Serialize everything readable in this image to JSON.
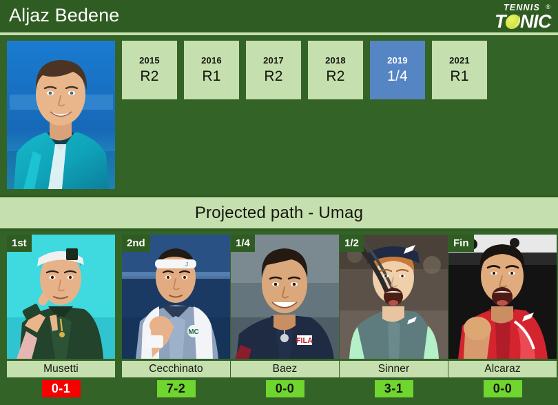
{
  "header": {
    "player_name": "Aljaz Bedene",
    "logo": {
      "top_text": "TENNIS",
      "bottom_prefix": "T",
      "bottom_suffix": "NIC",
      "registered_mark": "®",
      "ball_icon": "tennis-ball-icon"
    },
    "colors": {
      "header_bg": "#2f5c22",
      "body_bg": "#346327",
      "panel_light": "#c5dfae",
      "accent_blue": "#5585c3",
      "score_green": "#6fd52f",
      "score_red": "#f60000"
    }
  },
  "history": {
    "years": [
      {
        "year": "2015",
        "round": "R2",
        "highlighted": false
      },
      {
        "year": "2016",
        "round": "R1",
        "highlighted": false
      },
      {
        "year": "2017",
        "round": "R2",
        "highlighted": false
      },
      {
        "year": "2018",
        "round": "R2",
        "highlighted": false
      },
      {
        "year": "2019",
        "round": "1/4",
        "highlighted": true
      },
      {
        "year": "2021",
        "round": "R1",
        "highlighted": false
      }
    ]
  },
  "projected_path": {
    "title": "Projected path - Umag",
    "opponents": [
      {
        "round": "1st",
        "name": "Musetti",
        "record": "0-1",
        "record_state": "red"
      },
      {
        "round": "2nd",
        "name": "Cecchinato",
        "record": "7-2",
        "record_state": "green"
      },
      {
        "round": "1/4",
        "name": "Baez",
        "record": "0-0",
        "record_state": "green"
      },
      {
        "round": "1/2",
        "name": "Sinner",
        "record": "3-1",
        "record_state": "green"
      },
      {
        "round": "Fin",
        "name": "Alcaraz",
        "record": "0-0",
        "record_state": "green"
      }
    ]
  }
}
